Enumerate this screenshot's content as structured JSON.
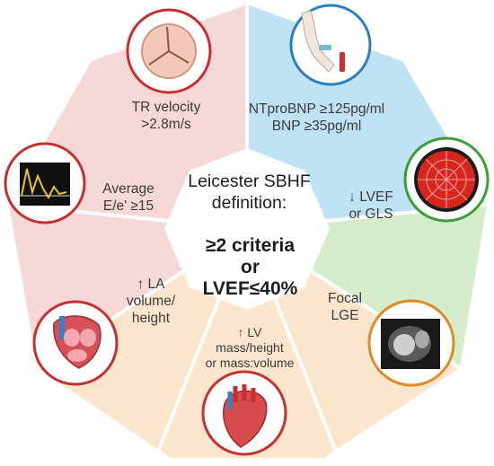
{
  "center": {
    "title_lines": [
      "Leicester SBHF",
      "definition:"
    ],
    "rule_lines": [
      "≥2 criteria",
      "or",
      "LVEF≤40%"
    ]
  },
  "segments": [
    {
      "id": "natriuretic",
      "lines": [
        "NTproBNP ≥125pg/ml",
        "BNP ≥35pg/ml"
      ],
      "color": "#bfe3f5",
      "icon": "blood-sample-arm-icon",
      "ring_color": "#2b7fc0"
    },
    {
      "id": "lvef",
      "lines": [
        "↓ LVEF",
        "or GLS"
      ],
      "color": "#d6edcc",
      "icon": "strain-bullseye-icon",
      "ring_color": "#3c9d35"
    },
    {
      "id": "lge",
      "lines": [
        "Focal",
        "LGE"
      ],
      "color": "#fbe6cd",
      "icon": "cardiac-mri-icon",
      "ring_color": "#e08a25"
    },
    {
      "id": "lv_mass",
      "lines": [
        "↑ LV",
        "mass/height",
        "or mass:volume"
      ],
      "color": "#fbe6cd",
      "icon": "heart-icon",
      "ring_color": "#c62f2f"
    },
    {
      "id": "la_volume",
      "lines": [
        "↑ LA",
        "volume/",
        "height"
      ],
      "color": "#f6d8d6",
      "icon": "heart-cross-section-icon",
      "ring_color": "#c62f2f"
    },
    {
      "id": "e_e_prime",
      "lines": [
        "Average",
        "E/e' ≥15"
      ],
      "color": "#f6d8d6",
      "icon": "doppler-trace-icon",
      "ring_color": "#c62f2f"
    },
    {
      "id": "tr_velocity",
      "lines": [
        "TR velocity",
        ">2.8m/s"
      ],
      "color": "#f6d8d6",
      "icon": "tricuspid-valve-icon",
      "ring_color": "#c62f2f"
    }
  ]
}
